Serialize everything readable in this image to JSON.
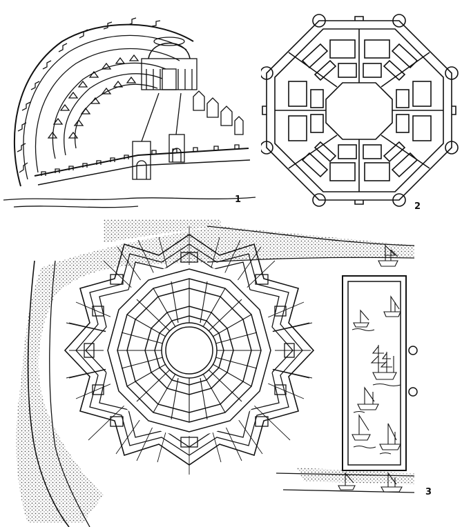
{
  "figures": [
    {
      "number": "1"
    },
    {
      "number": "2"
    },
    {
      "number": "3"
    }
  ],
  "colors": {
    "ink": "#111111",
    "paper": "#ffffff",
    "water": "#8a8a8a"
  }
}
